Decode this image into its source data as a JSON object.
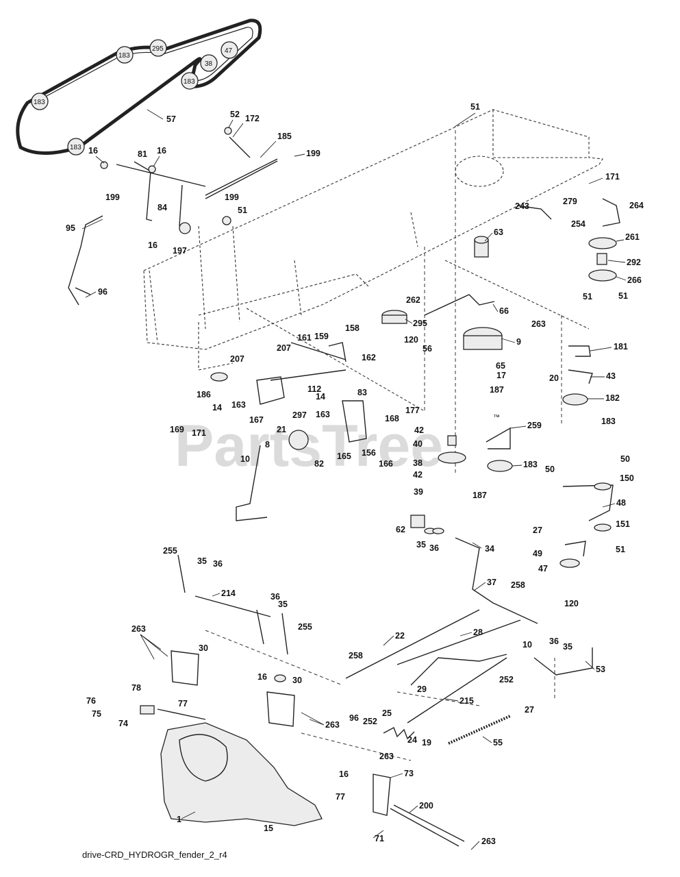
{
  "watermark": "PartsTree",
  "trademark": "™",
  "caption": "drive-CRD_HYDROGR_fender_2_r4",
  "belt_pulley_labels": [
    "295",
    "183",
    "47",
    "38",
    "183",
    "183",
    "183"
  ],
  "callouts": [
    "57",
    "52",
    "172",
    "185",
    "199",
    "16",
    "81",
    "16",
    "51",
    "199",
    "84",
    "199",
    "51",
    "95",
    "197",
    "16",
    "96",
    "51",
    "63",
    "171",
    "279",
    "264",
    "243",
    "254",
    "261",
    "292",
    "266",
    "51",
    "262",
    "295",
    "120",
    "56",
    "66",
    "9",
    "263",
    "181",
    "65",
    "17",
    "20",
    "43",
    "182",
    "183",
    "187",
    "158",
    "161",
    "159",
    "207",
    "162",
    "207",
    "186",
    "14",
    "163",
    "112",
    "14",
    "83",
    "297",
    "167",
    "163",
    "168",
    "169",
    "171",
    "21",
    "8",
    "10",
    "82",
    "165",
    "156",
    "166",
    "177",
    "42",
    "40",
    "38",
    "42",
    "39",
    "259",
    "183",
    "187",
    "50",
    "50",
    "150",
    "48",
    "27",
    "151",
    "49",
    "51",
    "47",
    "120",
    "62",
    "35",
    "36",
    "34",
    "37",
    "258",
    "255",
    "35",
    "36",
    "214",
    "36",
    "35",
    "255",
    "22",
    "28",
    "36",
    "35",
    "10",
    "258",
    "252",
    "29",
    "53",
    "263",
    "30",
    "16",
    "30",
    "78",
    "76",
    "77",
    "75",
    "74",
    "263",
    "96",
    "252",
    "25",
    "24",
    "19",
    "215",
    "55",
    "27",
    "263",
    "16",
    "73",
    "77",
    "200",
    "1",
    "15",
    "71",
    "263"
  ]
}
